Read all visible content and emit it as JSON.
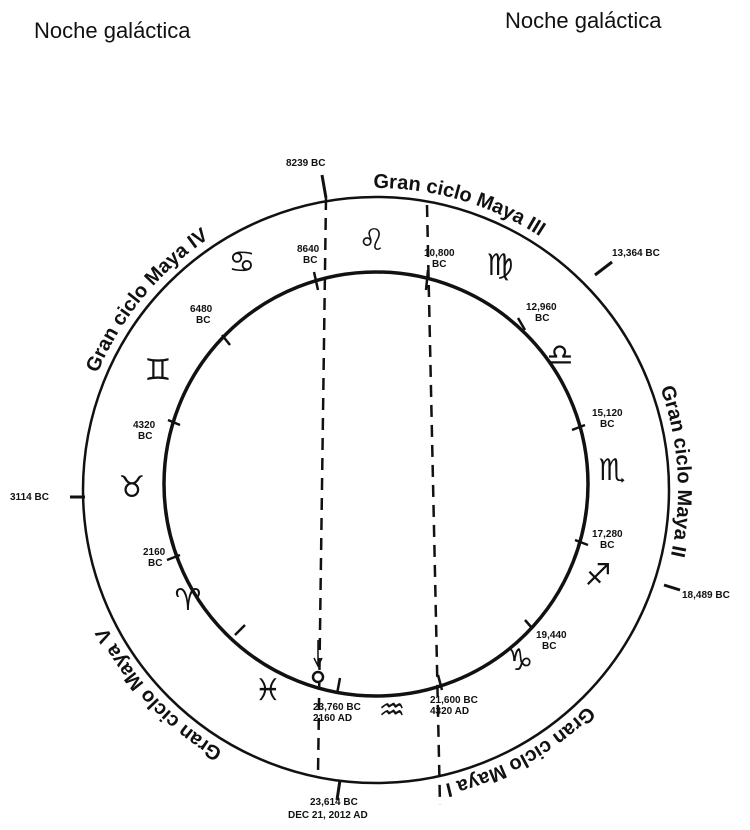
{
  "titles": [
    "Noche galáctica",
    "Noche galáctica"
  ],
  "cycles": [
    "Gran ciclo Maya I",
    "Gran ciclo Maya II",
    "Gran ciclo Maya III",
    "Gran ciclo Maya IV",
    "Gran ciclo Maya V"
  ],
  "outer_dates": [
    "3114 BC",
    "8239 BC",
    "13,364 BC",
    "18,489 BC",
    "23,614 BC",
    "DEC 21, 2012 AD"
  ],
  "inner_dates": {
    "d8640": [
      "8640",
      "BC"
    ],
    "d10800": [
      "10,800",
      "BC"
    ],
    "d12960": [
      "12,960",
      "BC"
    ],
    "d15120": [
      "15,120",
      "BC"
    ],
    "d17280": [
      "17,280",
      "BC"
    ],
    "d19440": [
      "19,440",
      "BC"
    ],
    "d21600": [
      "21,600 BC",
      "4320 AD"
    ],
    "d23760": [
      "23,760 BC",
      "2160 AD"
    ],
    "d2160": [
      "2160",
      "BC"
    ],
    "d4320": [
      "4320",
      "BC"
    ],
    "d6480": [
      "6480",
      "BC"
    ]
  },
  "signs": {
    "leo": "♌︎",
    "virgo": "♍︎",
    "libra": "♎︎",
    "scorpio": "♏︎",
    "sagittarius": "♐︎",
    "capricorn": "♑︎",
    "aquarius": "♒︎",
    "pisces": "♓︎",
    "aries": "♈︎",
    "taurus": "♉︎",
    "gemini": "♊︎",
    "cancer": "♋︎"
  }
}
